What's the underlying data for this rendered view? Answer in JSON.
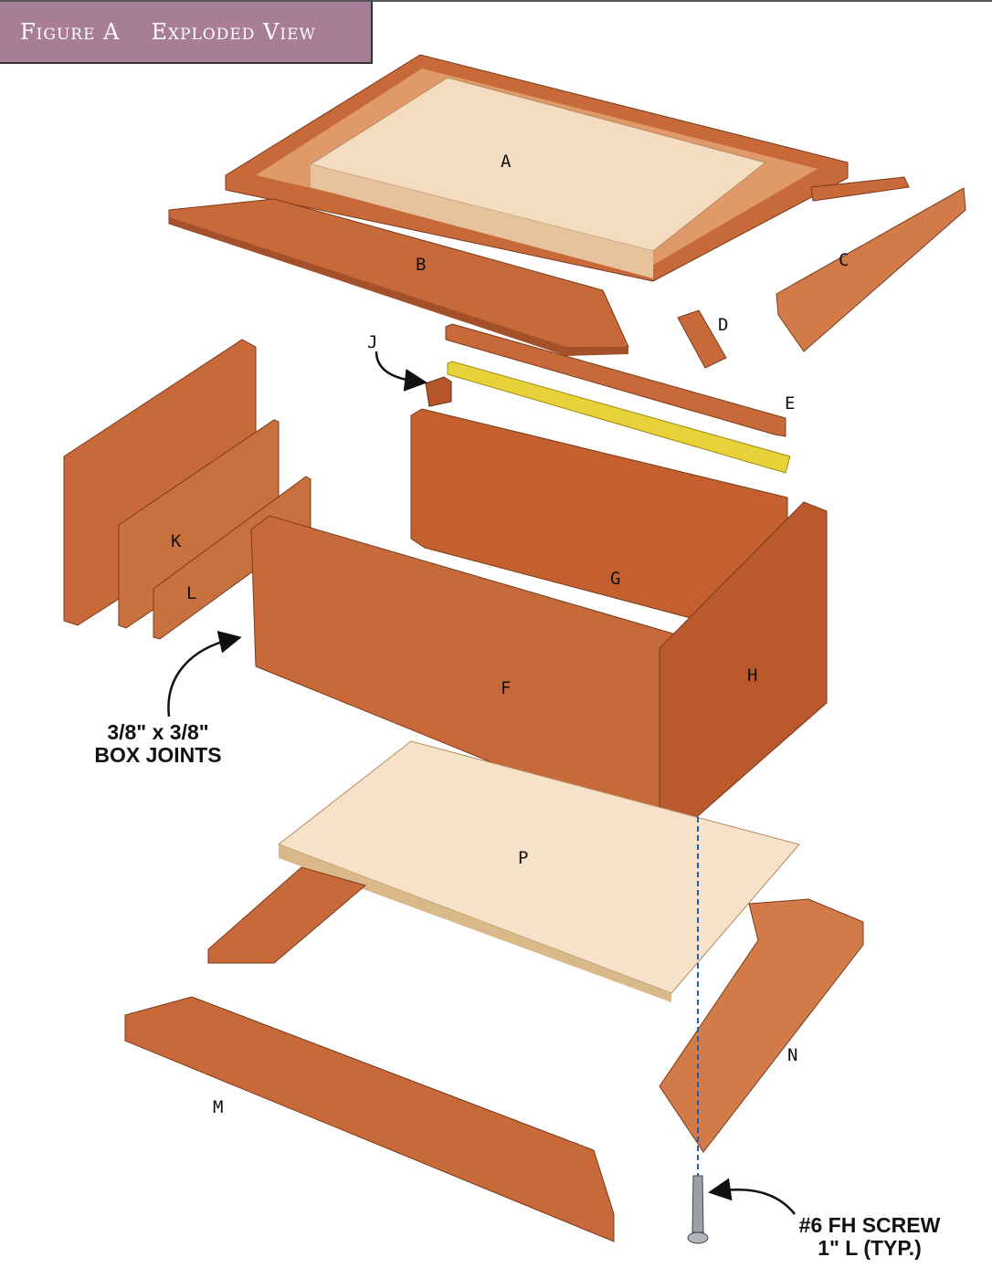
{
  "header": {
    "figure": "Figure A",
    "title": "Exploded View",
    "color": "#a87d97"
  },
  "parts": {
    "A": "A",
    "B": "B",
    "C": "C",
    "D": "D",
    "E": "E",
    "J": "J",
    "K": "K",
    "L": "L",
    "G": "G",
    "F": "F",
    "H": "H",
    "P": "P",
    "M": "M",
    "N": "N"
  },
  "callouts": {
    "joints_line1": "3/8\" x 3/8\"",
    "joints_line2": "BOX JOINTS",
    "screw_line1": "#6 FH SCREW",
    "screw_line2": "1\" L (TYP.)"
  },
  "colors": {
    "wood": "#c8693a",
    "wood_light": "#e09a6a",
    "wood_dark": "#a4502a",
    "plywood": "#f3dcc0",
    "brass": "#e8d23a"
  }
}
